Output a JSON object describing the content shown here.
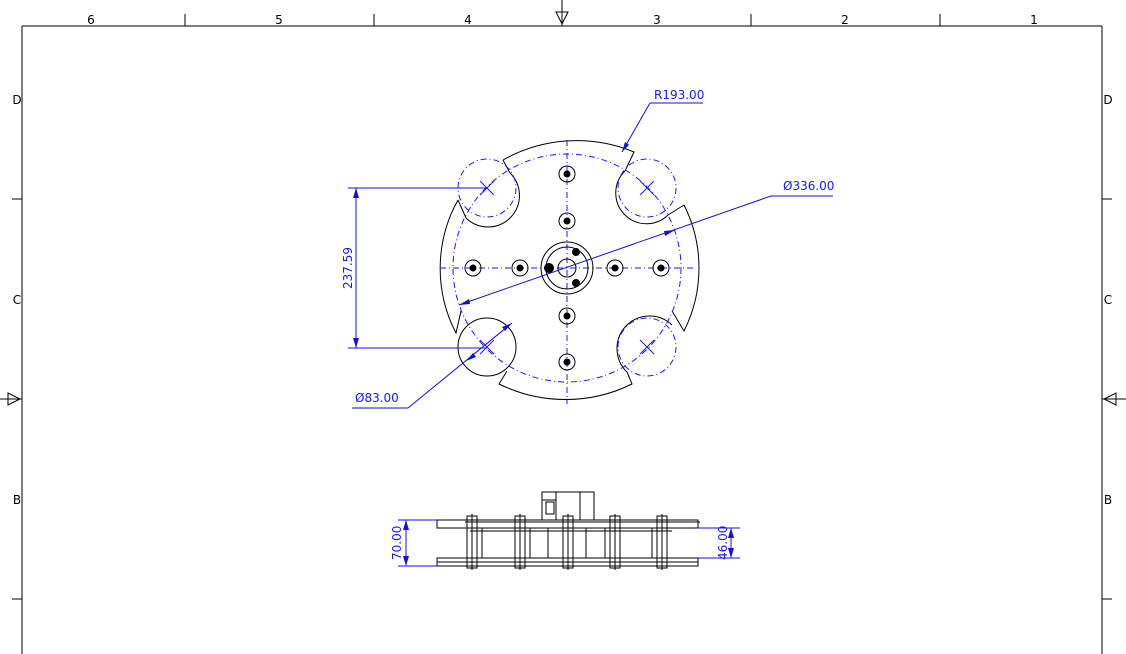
{
  "border": {
    "columns": [
      "6",
      "5",
      "4",
      "3",
      "2",
      "1"
    ],
    "rows": [
      "D",
      "C",
      "B"
    ]
  },
  "dimensions": {
    "outer_radius": "R193.00",
    "bolt_circle_diameter": "Ø336.00",
    "notch_diameter": "Ø83.00",
    "notch_spacing": "237.59",
    "side_total_height": "70.00",
    "side_plate_gap": "46.00"
  },
  "colors": {
    "dimension": "#1a1aff",
    "geometry": "#000000",
    "background": "#ffffff"
  }
}
